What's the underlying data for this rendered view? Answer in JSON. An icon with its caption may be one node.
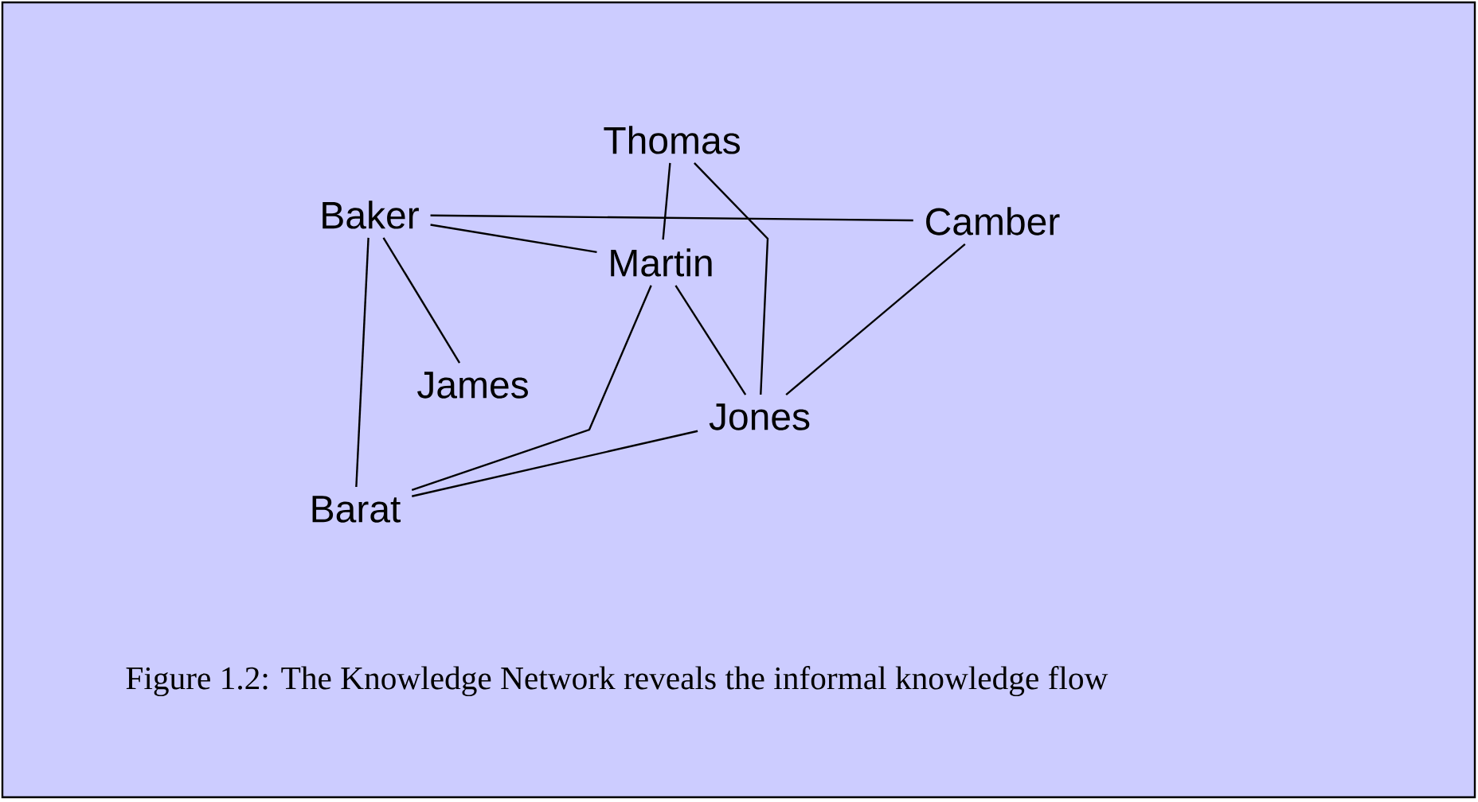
{
  "diagram": {
    "caption": "Figure 1.2: The Knowledge Network reveals the informal knowledge flow",
    "nodes": [
      {
        "text": [
          "Thomas"
        ]
      },
      {
        "text": [
          "Baker"
        ]
      },
      {
        "text": [
          "Camber"
        ]
      },
      {
        "text": [
          "Martin"
        ]
      },
      {
        "text": [
          "James"
        ]
      },
      {
        "text": [
          "Jones"
        ]
      },
      {
        "text": [
          "Barat"
        ]
      }
    ],
    "edges": [
      {
        "from": 1,
        "to": 2,
        "arrow": "none"
      },
      {
        "from": 1,
        "to": 3,
        "arrow": "none"
      },
      {
        "from": 1,
        "to": 4,
        "arrow": "none"
      },
      {
        "from": 1,
        "to": 6,
        "arrow": "none"
      },
      {
        "from": 0,
        "to": 3,
        "arrow": "none"
      },
      {
        "from": 0,
        "to": 5,
        "arrow": "none"
      },
      {
        "from": 3,
        "to": 5,
        "arrow": "none"
      },
      {
        "from": 3,
        "to": 6,
        "arrow": "none"
      },
      {
        "from": 5,
        "to": 6,
        "arrow": "none"
      },
      {
        "from": 2,
        "to": 5,
        "arrow": "none"
      }
    ]
  }
}
